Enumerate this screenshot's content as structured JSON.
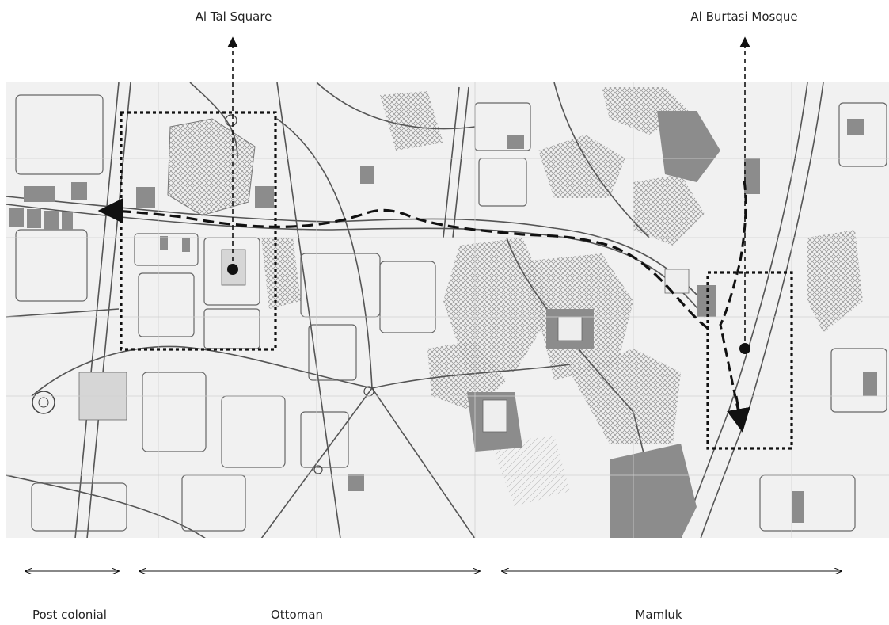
{
  "landmarks": {
    "left": {
      "label": "Al Tal Square"
    },
    "right": {
      "label": "Al Burtasi Mosque"
    }
  },
  "periods": [
    {
      "label": "Post colonial"
    },
    {
      "label": "Ottoman"
    },
    {
      "label": "Mamluk"
    }
  ],
  "colors": {
    "background": "#ffffff",
    "map_base": "#f1f1f1",
    "road_stroke": "#555555",
    "building_fill": "#8c8c8c",
    "hatch": "#9a9a9a",
    "annotation": "#111111"
  }
}
